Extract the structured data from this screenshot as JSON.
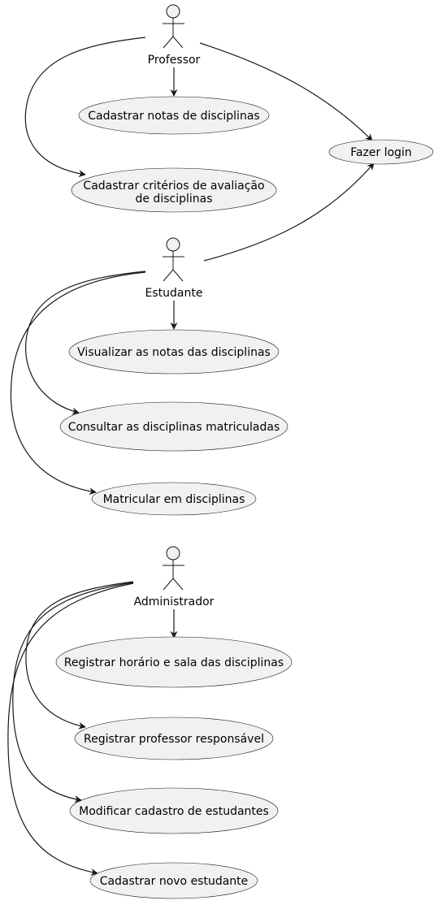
{
  "actors": {
    "professor": "Professor",
    "estudante": "Estudante",
    "administrador": "Administrador"
  },
  "use_cases": {
    "fazer_login": "Fazer login",
    "cadastrar_notas": "Cadastrar notas de disciplinas",
    "cadastrar_criterios_l1": "Cadastrar critérios de avaliação",
    "cadastrar_criterios_l2": "de disciplinas",
    "visualizar_notas": "Visualizar as notas das disciplinas",
    "consultar_disciplinas": "Consultar as disciplinas matriculadas",
    "matricular": "Matricular em disciplinas",
    "registrar_horario": "Registrar horário e sala das disciplinas",
    "registrar_professor": "Registrar professor responsável",
    "modificar_cadastro": "Modificar cadastro de estudantes",
    "cadastrar_estudante": "Cadastrar novo estudante"
  },
  "colors": {
    "fill": "#f1f1f1",
    "stroke": "#181818",
    "background": "#ffffff"
  }
}
